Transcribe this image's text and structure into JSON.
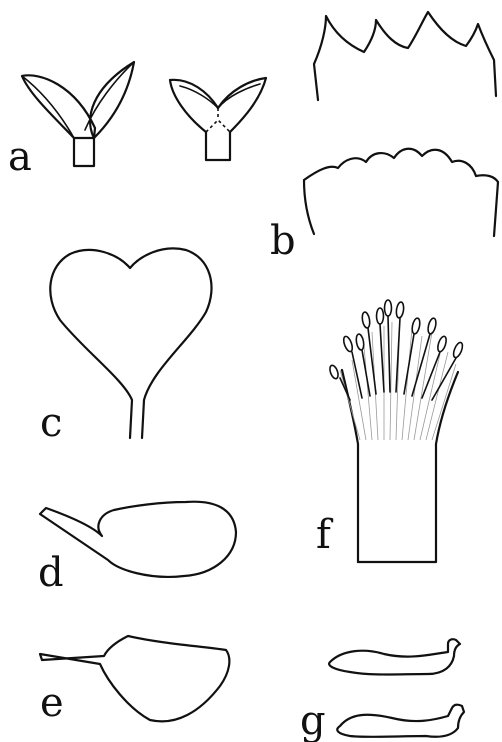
{
  "panels": {
    "a": {
      "label": "a"
    },
    "b": {
      "label": "b"
    },
    "c": {
      "label": "c"
    },
    "d": {
      "label": "d"
    },
    "e": {
      "label": "e"
    },
    "f": {
      "label": "f"
    },
    "g": {
      "label": "g"
    }
  },
  "colors": {
    "ink": "#111111",
    "paper": "#ffffff",
    "filament_lines": "#9a9a9a"
  }
}
